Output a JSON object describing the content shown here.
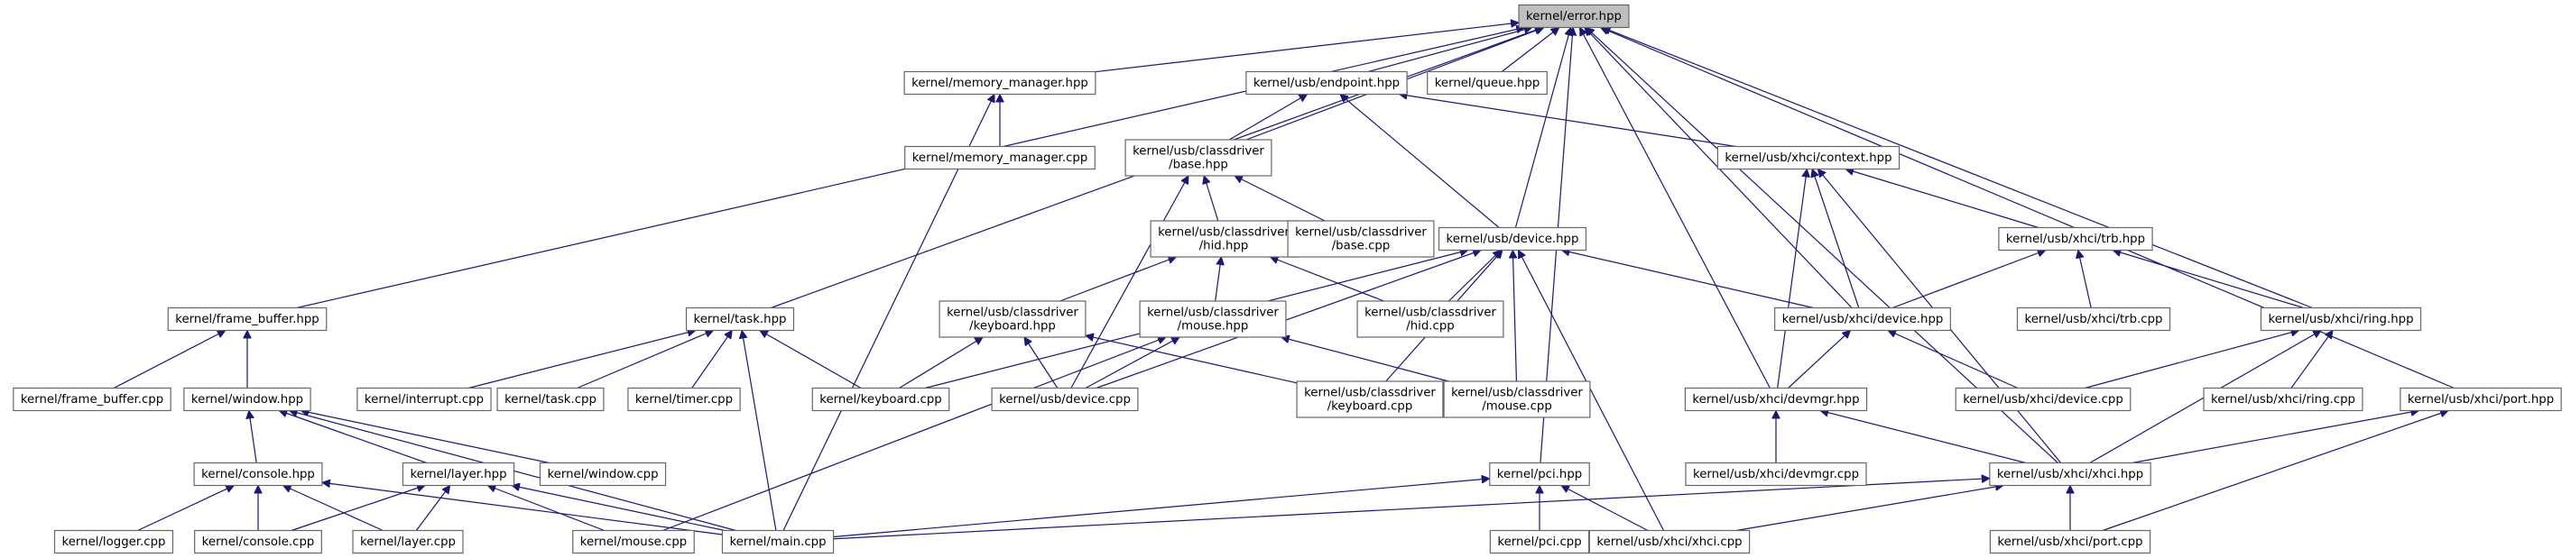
{
  "colors": {
    "edge": "#191970",
    "root_fill": "#bfbfbf",
    "node_border": "#666666"
  },
  "root": "n0",
  "nodes": [
    {
      "id": "n0",
      "lines": [
        "kernel/error.hpp"
      ]
    },
    {
      "id": "n1",
      "lines": [
        "kernel/memory_manager.hpp"
      ]
    },
    {
      "id": "n2",
      "lines": [
        "kernel/usb/endpoint.hpp"
      ]
    },
    {
      "id": "n3",
      "lines": [
        "kernel/queue.hpp"
      ]
    },
    {
      "id": "n4",
      "lines": [
        "kernel/memory_manager.cpp"
      ]
    },
    {
      "id": "n5",
      "lines": [
        "kernel/usb/classdriver",
        "/base.hpp"
      ]
    },
    {
      "id": "n6",
      "lines": [
        "kernel/usb/xhci/context.hpp"
      ]
    },
    {
      "id": "n7",
      "lines": [
        "kernel/usb/classdriver",
        "/hid.hpp"
      ]
    },
    {
      "id": "n8",
      "lines": [
        "kernel/usb/classdriver",
        "/base.cpp"
      ]
    },
    {
      "id": "n9",
      "lines": [
        "kernel/usb/device.hpp"
      ]
    },
    {
      "id": "n10",
      "lines": [
        "kernel/usb/xhci/trb.hpp"
      ]
    },
    {
      "id": "n11",
      "lines": [
        "kernel/frame_buffer.hpp"
      ]
    },
    {
      "id": "n12",
      "lines": [
        "kernel/task.hpp"
      ]
    },
    {
      "id": "n13",
      "lines": [
        "kernel/usb/classdriver",
        "/keyboard.hpp"
      ]
    },
    {
      "id": "n14",
      "lines": [
        "kernel/usb/classdriver",
        "/mouse.hpp"
      ]
    },
    {
      "id": "n15",
      "lines": [
        "kernel/usb/classdriver",
        "/hid.cpp"
      ]
    },
    {
      "id": "n16",
      "lines": [
        "kernel/usb/xhci/device.hpp"
      ]
    },
    {
      "id": "n17",
      "lines": [
        "kernel/usb/xhci/trb.cpp"
      ]
    },
    {
      "id": "n18",
      "lines": [
        "kernel/usb/xhci/ring.hpp"
      ]
    },
    {
      "id": "n19",
      "lines": [
        "kernel/frame_buffer.cpp"
      ]
    },
    {
      "id": "n20",
      "lines": [
        "kernel/window.hpp"
      ]
    },
    {
      "id": "n21",
      "lines": [
        "kernel/interrupt.cpp"
      ]
    },
    {
      "id": "n22",
      "lines": [
        "kernel/task.cpp"
      ]
    },
    {
      "id": "n23",
      "lines": [
        "kernel/timer.cpp"
      ]
    },
    {
      "id": "n24",
      "lines": [
        "kernel/keyboard.cpp"
      ]
    },
    {
      "id": "n25",
      "lines": [
        "kernel/usb/device.cpp"
      ]
    },
    {
      "id": "n26",
      "lines": [
        "kernel/usb/classdriver",
        "/keyboard.cpp"
      ]
    },
    {
      "id": "n27",
      "lines": [
        "kernel/usb/classdriver",
        "/mouse.cpp"
      ]
    },
    {
      "id": "n28",
      "lines": [
        "kernel/usb/xhci/devmgr.hpp"
      ]
    },
    {
      "id": "n29",
      "lines": [
        "kernel/usb/xhci/device.cpp"
      ]
    },
    {
      "id": "n30",
      "lines": [
        "kernel/usb/xhci/ring.cpp"
      ]
    },
    {
      "id": "n31",
      "lines": [
        "kernel/usb/xhci/port.hpp"
      ]
    },
    {
      "id": "n32",
      "lines": [
        "kernel/console.hpp"
      ]
    },
    {
      "id": "n33",
      "lines": [
        "kernel/layer.hpp"
      ]
    },
    {
      "id": "n34",
      "lines": [
        "kernel/window.cpp"
      ]
    },
    {
      "id": "n35",
      "lines": [
        "kernel/pci.hpp"
      ]
    },
    {
      "id": "n36",
      "lines": [
        "kernel/usb/xhci/devmgr.cpp"
      ]
    },
    {
      "id": "n37",
      "lines": [
        "kernel/usb/xhci/xhci.hpp"
      ]
    },
    {
      "id": "n38",
      "lines": [
        "kernel/logger.cpp"
      ]
    },
    {
      "id": "n39",
      "lines": [
        "kernel/console.cpp"
      ]
    },
    {
      "id": "n40",
      "lines": [
        "kernel/layer.cpp"
      ]
    },
    {
      "id": "n41",
      "lines": [
        "kernel/mouse.cpp"
      ]
    },
    {
      "id": "n42",
      "lines": [
        "kernel/main.cpp"
      ]
    },
    {
      "id": "n43",
      "lines": [
        "kernel/pci.cpp"
      ]
    },
    {
      "id": "n44",
      "lines": [
        "kernel/usb/xhci/xhci.cpp"
      ]
    },
    {
      "id": "n45",
      "lines": [
        "kernel/usb/xhci/port.cpp"
      ]
    }
  ],
  "edges": [
    [
      "n1",
      "n0"
    ],
    [
      "n2",
      "n0"
    ],
    [
      "n3",
      "n0"
    ],
    [
      "n5",
      "n0"
    ],
    [
      "n9",
      "n0"
    ],
    [
      "n11",
      "n0"
    ],
    [
      "n12",
      "n0"
    ],
    [
      "n16",
      "n0"
    ],
    [
      "n18",
      "n0"
    ],
    [
      "n28",
      "n0"
    ],
    [
      "n31",
      "n0"
    ],
    [
      "n35",
      "n0"
    ],
    [
      "n37",
      "n0"
    ],
    [
      "n4",
      "n1"
    ],
    [
      "n42",
      "n1"
    ],
    [
      "n5",
      "n2"
    ],
    [
      "n6",
      "n2"
    ],
    [
      "n9",
      "n2"
    ],
    [
      "n7",
      "n5"
    ],
    [
      "n8",
      "n5"
    ],
    [
      "n25",
      "n5"
    ],
    [
      "n13",
      "n7"
    ],
    [
      "n14",
      "n7"
    ],
    [
      "n15",
      "n7"
    ],
    [
      "n24",
      "n13"
    ],
    [
      "n25",
      "n13"
    ],
    [
      "n26",
      "n13"
    ],
    [
      "n25",
      "n14"
    ],
    [
      "n27",
      "n14"
    ],
    [
      "n41",
      "n14"
    ],
    [
      "n15",
      "n9"
    ],
    [
      "n16",
      "n9"
    ],
    [
      "n24",
      "n9"
    ],
    [
      "n25",
      "n9"
    ],
    [
      "n26",
      "n9"
    ],
    [
      "n27",
      "n9"
    ],
    [
      "n44",
      "n9"
    ],
    [
      "n10",
      "n6"
    ],
    [
      "n16",
      "n6"
    ],
    [
      "n28",
      "n6"
    ],
    [
      "n37",
      "n6"
    ],
    [
      "n16",
      "n10"
    ],
    [
      "n17",
      "n10"
    ],
    [
      "n18",
      "n10"
    ],
    [
      "n28",
      "n16"
    ],
    [
      "n29",
      "n16"
    ],
    [
      "n29",
      "n18"
    ],
    [
      "n30",
      "n18"
    ],
    [
      "n37",
      "n18"
    ],
    [
      "n36",
      "n28"
    ],
    [
      "n37",
      "n28"
    ],
    [
      "n37",
      "n31"
    ],
    [
      "n45",
      "n31"
    ],
    [
      "n19",
      "n11"
    ],
    [
      "n20",
      "n11"
    ],
    [
      "n21",
      "n12"
    ],
    [
      "n22",
      "n12"
    ],
    [
      "n23",
      "n12"
    ],
    [
      "n24",
      "n12"
    ],
    [
      "n42",
      "n12"
    ],
    [
      "n32",
      "n20"
    ],
    [
      "n33",
      "n20"
    ],
    [
      "n34",
      "n20"
    ],
    [
      "n42",
      "n20"
    ],
    [
      "n38",
      "n32"
    ],
    [
      "n39",
      "n32"
    ],
    [
      "n40",
      "n32"
    ],
    [
      "n42",
      "n32"
    ],
    [
      "n39",
      "n33"
    ],
    [
      "n40",
      "n33"
    ],
    [
      "n41",
      "n33"
    ],
    [
      "n42",
      "n33"
    ],
    [
      "n42",
      "n35"
    ],
    [
      "n43",
      "n35"
    ],
    [
      "n44",
      "n35"
    ],
    [
      "n42",
      "n37"
    ],
    [
      "n44",
      "n37"
    ],
    [
      "n45",
      "n37"
    ]
  ]
}
